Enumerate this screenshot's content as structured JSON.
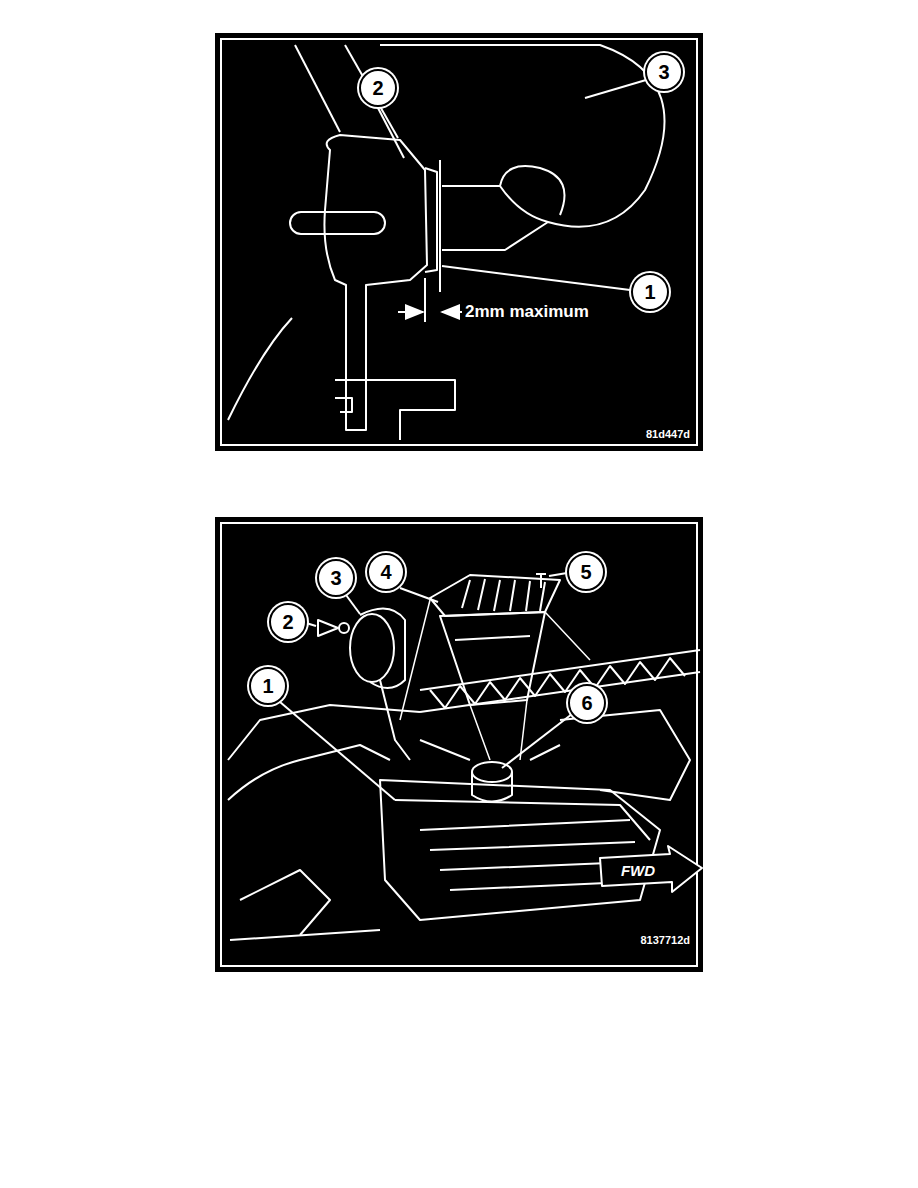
{
  "diagram": {
    "labels": [
      "2",
      "3",
      "1",
      "2mm maximum",
      "81d447d",
      "3",
      "4",
      "5",
      "2",
      "1",
      "6",
      "FWD",
      "8137712d"
    ]
  }
}
